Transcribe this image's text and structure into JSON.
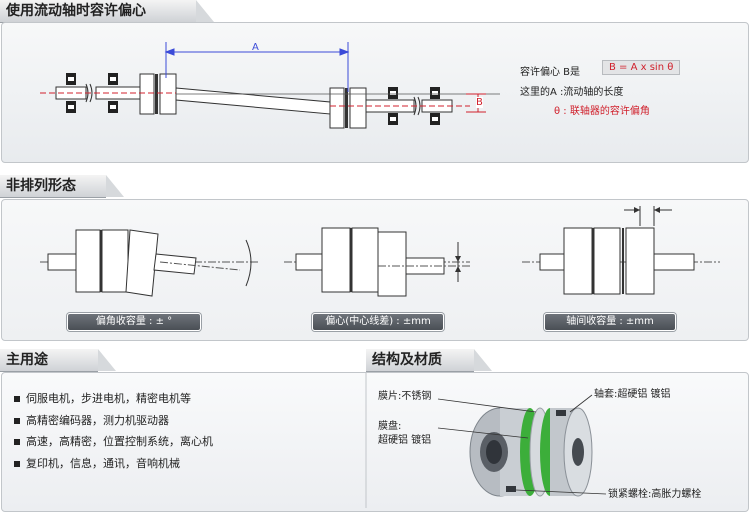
{
  "sections": {
    "misalign_title": "使用流动轴时容许偏心",
    "forms_title": "非排列形态",
    "uses_title": "主用途",
    "structure_title": "结构及材质"
  },
  "misalign": {
    "dim_a": "A",
    "dim_b": "B",
    "line1_prefix": "容许偏心 B是",
    "formula": "B = A x sin θ",
    "line2": "这里的A :流动轴的长度",
    "line3": "θ : 联轴器的容许偏角"
  },
  "forms": {
    "angular_label": "偏角收容量 : ±  °",
    "parallel_label": "偏心(中心线差) : ±mm",
    "axial_label": "轴间收容量 : ±mm"
  },
  "uses": {
    "items": [
      "伺服电机，步进电机，精密电机等",
      "高精密编码器，测力机驱动器",
      "高速，高精密，位置控制系统，离心机",
      "复印机，信息，通讯，音响机械"
    ]
  },
  "structure": {
    "diaphragm": "膜片:不锈钢",
    "sleeve": "轴套:超硬铝 镀铝",
    "disc_line1": "膜盘:",
    "disc_line2": "超硬铝 镀铝",
    "bolt": "锁紧螺栓:高胀力螺栓"
  },
  "colors": {
    "accent_red": "#d0202c",
    "dim_blue": "#3b4bd8",
    "disc_green": "#3cae3a"
  }
}
